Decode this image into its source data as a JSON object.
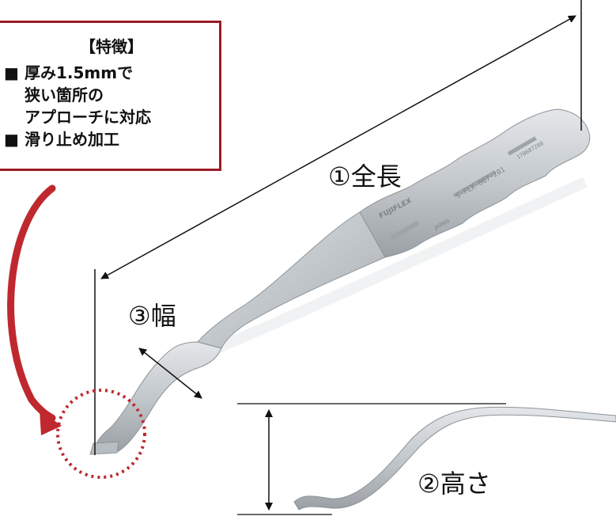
{
  "features": {
    "title": "【特徴】",
    "bullet_glyph": "■",
    "item1_line1": "厚み1.5mmで",
    "item1_line2": "狭い箇所の",
    "item1_line3": "アプローチに対応",
    "item2": "滑り止め加工"
  },
  "labels": {
    "length": "①全長",
    "width": "③幅",
    "height": "②高さ"
  },
  "tool_engraving": {
    "brand": "FUJIFLEX",
    "origin": "JAPAN",
    "model": "S-FLX-067-201",
    "serial": "170607280"
  },
  "colors": {
    "frame": "#9b1c24",
    "arrow": "#c0282f",
    "highlight_circle": "#c0282f",
    "steel": "#c9cdd0"
  }
}
